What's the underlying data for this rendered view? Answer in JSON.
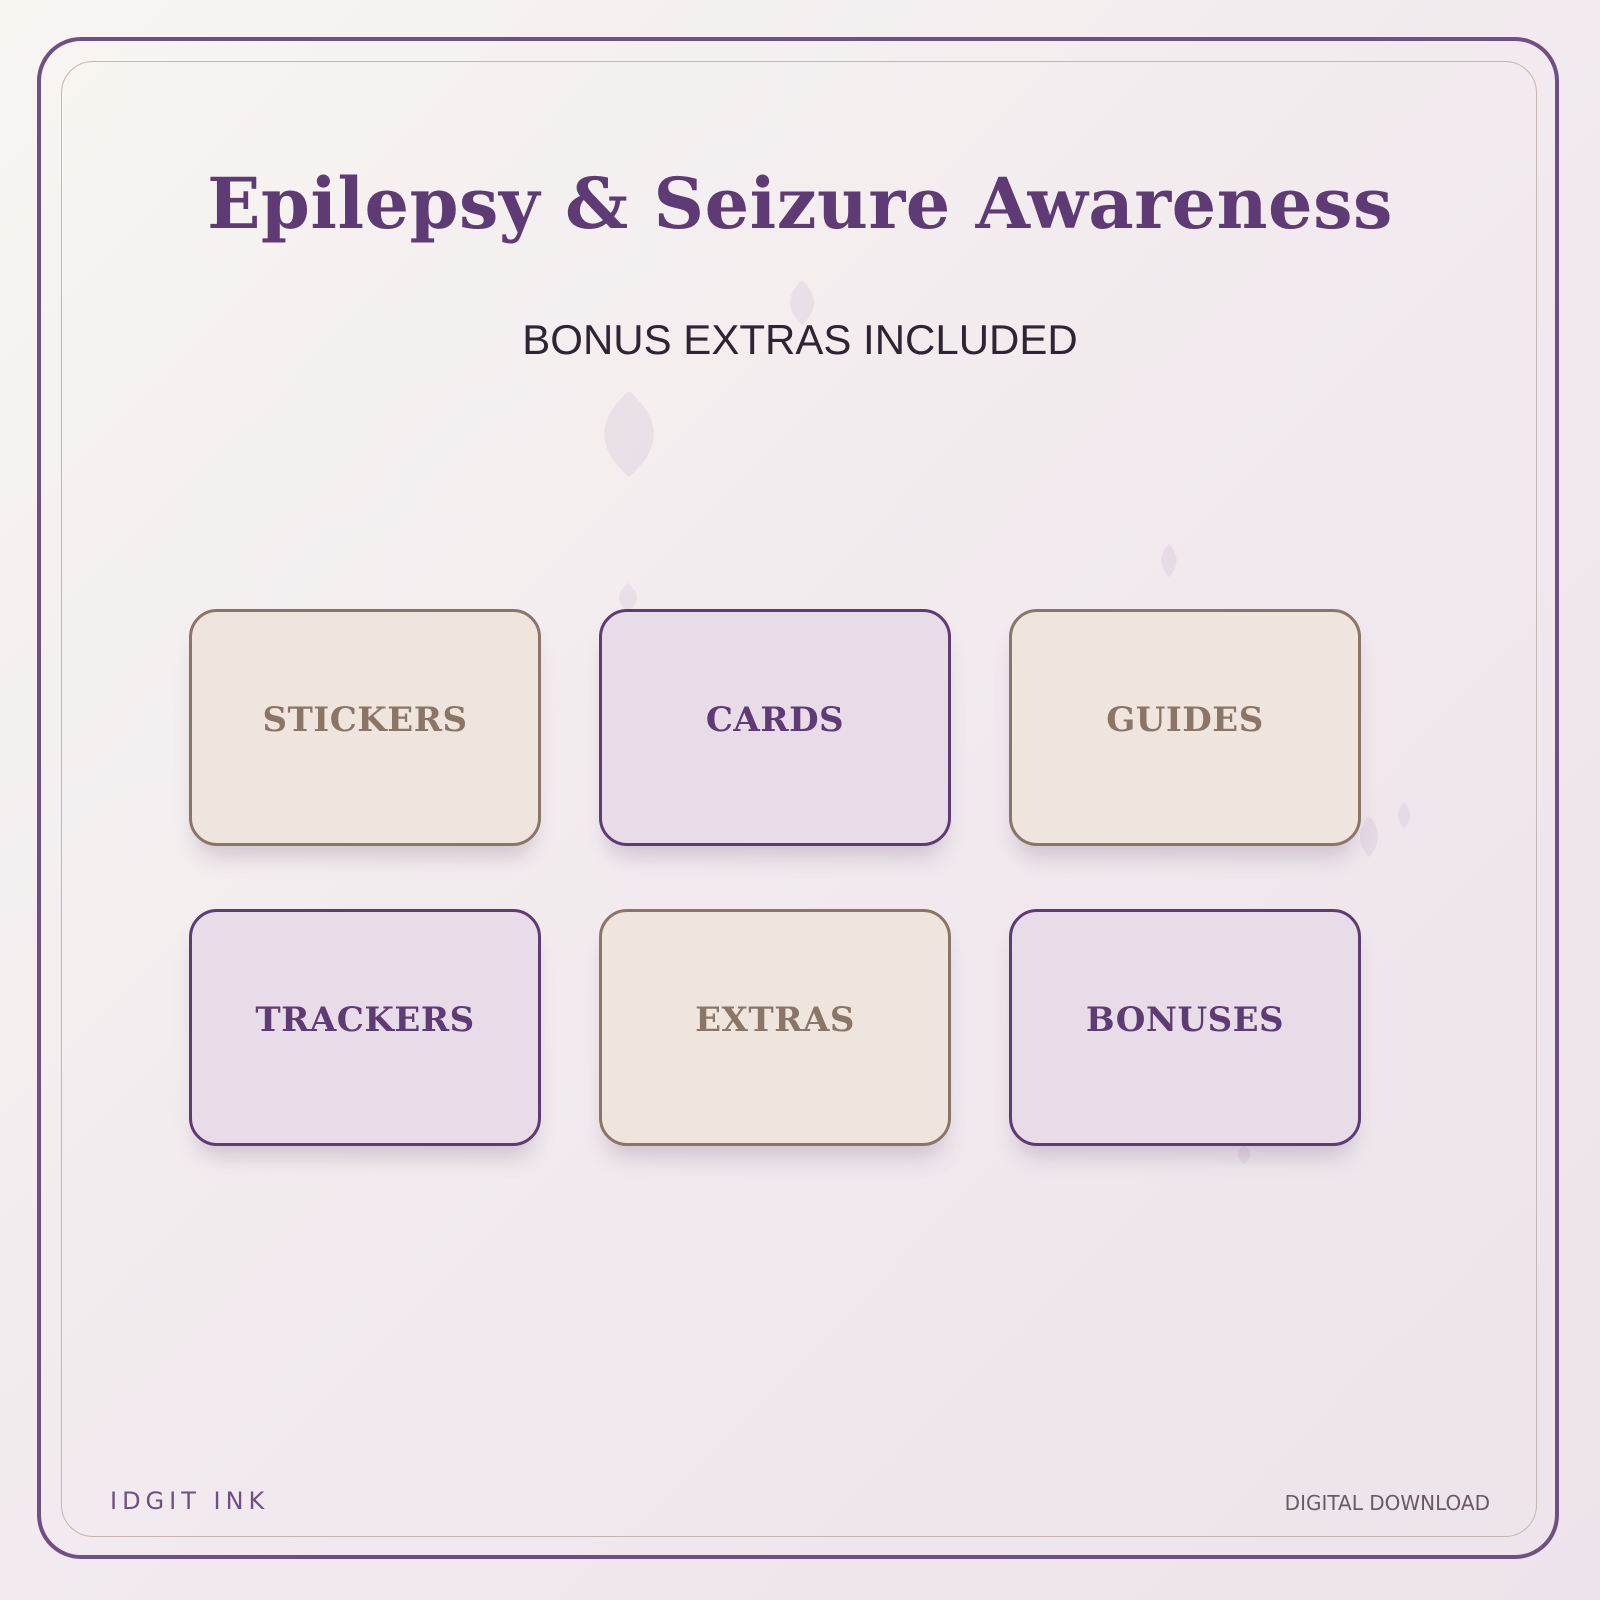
{
  "header": {
    "title": "Epilepsy & Seizure Awareness",
    "subtitle": "BONUS EXTRAS INCLUDED"
  },
  "tiles": [
    {
      "label": "STICKERS",
      "style": "beige"
    },
    {
      "label": "CARDS",
      "style": "lilac"
    },
    {
      "label": "GUIDES",
      "style": "beige"
    },
    {
      "label": "TRACKERS",
      "style": "lilac"
    },
    {
      "label": "EXTRAS",
      "style": "beige"
    },
    {
      "label": "BONUSES",
      "style": "lilac"
    }
  ],
  "footer": {
    "brand": "IDGIT INK",
    "tagline": "DIGITAL DOWNLOAD"
  },
  "colors": {
    "accent_purple": "#5e3b74",
    "frame_purple": "#6e4f86",
    "beige_fill": "#efe5dd",
    "beige_text": "#8a7668",
    "lilac_fill": "#e8dce9",
    "background": "#f3ecef"
  }
}
